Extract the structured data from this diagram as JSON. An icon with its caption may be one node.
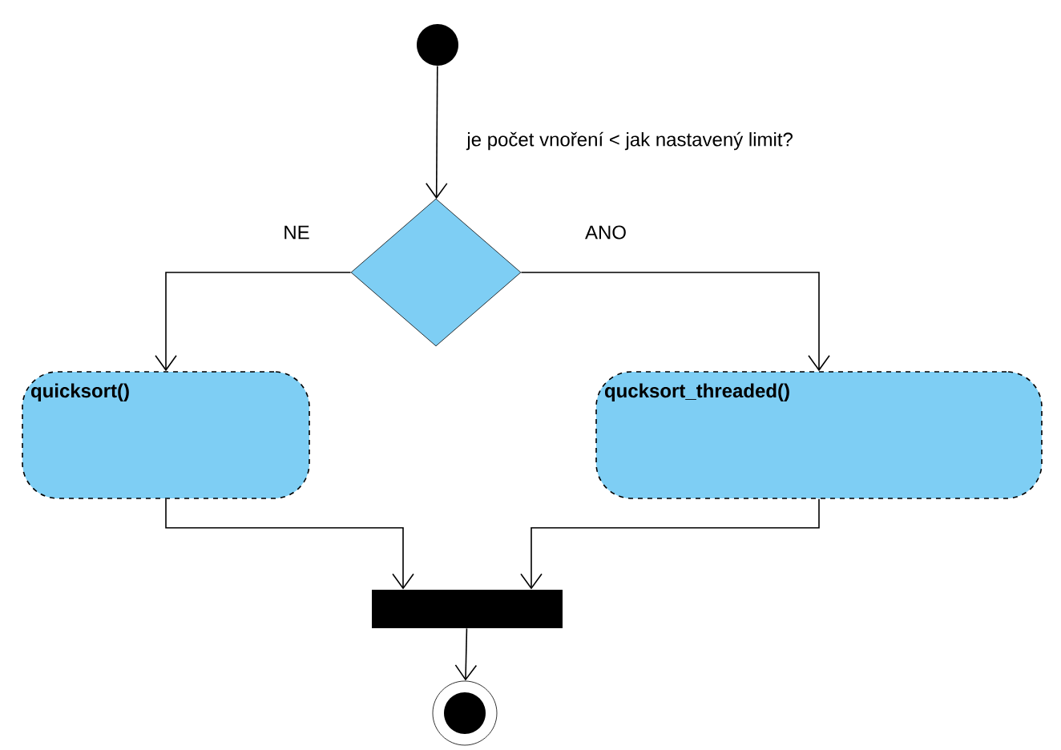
{
  "diagram": {
    "nodes": [
      {
        "text": [],
        "shape": "circle"
      },
      {
        "text": [],
        "shape": "diamond"
      },
      {
        "text": [
          "quicksort()"
        ]
      },
      {
        "text": [
          "qucksort_threaded()"
        ]
      },
      {
        "text": [],
        "shape": "bar"
      },
      {
        "text": [],
        "shape": "circle"
      }
    ],
    "edges": [
      {
        "from": 0,
        "to": 1,
        "arrow": "to",
        "label": "je počet vnoření < jak nastavený limit?"
      },
      {
        "from": 1,
        "to": 2,
        "arrow": "to",
        "label": "NE"
      },
      {
        "from": 1,
        "to": 3,
        "arrow": "to",
        "label": "ANO"
      },
      {
        "from": 2,
        "to": 4,
        "arrow": "to"
      },
      {
        "from": 3,
        "to": 4,
        "arrow": "to"
      },
      {
        "from": 4,
        "to": 5,
        "arrow": "to"
      }
    ]
  }
}
